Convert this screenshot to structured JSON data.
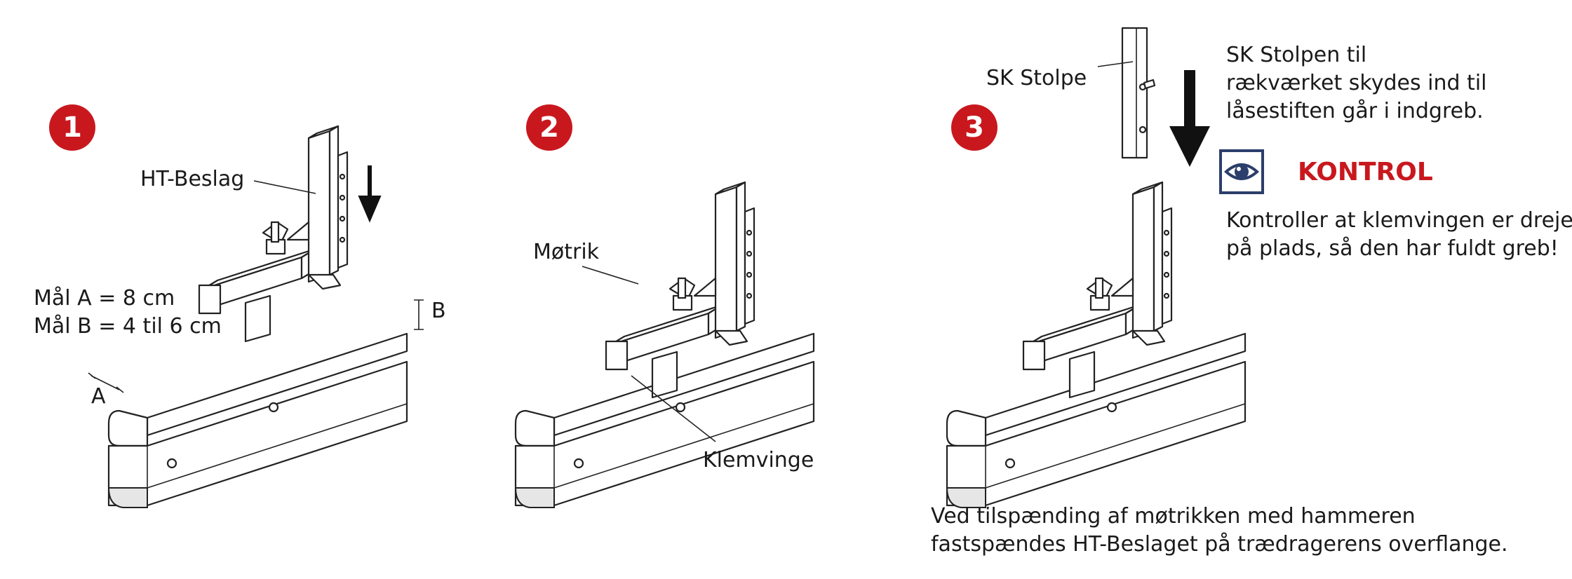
{
  "steps": [
    {
      "number": "1",
      "labels": {
        "beslag": "HT-Beslag",
        "mal_a": "Mål A = 8 cm",
        "mal_b": "Mål B = 4 til 6 cm",
        "dim_a": "A",
        "dim_b": "B"
      }
    },
    {
      "number": "2",
      "labels": {
        "motrik": "Møtrik",
        "klemvinge": "Klemvinge"
      }
    },
    {
      "number": "3",
      "labels": {
        "stolpe": "SK Stolpe",
        "instruction": [
          "SK Stolpen til",
          "rækværket skydes ind til",
          "låsestiften går i indgreb."
        ]
      }
    }
  ],
  "kontrol": {
    "title": "KONTROL",
    "icon": "eye-icon",
    "text": [
      "Kontroller at klemvingen er drejet",
      "på plads, så den har fuldt greb!"
    ]
  },
  "footer": [
    "Ved tilspænding af møtrikken med hammeren",
    "fastspændes HT-Beslaget på trædragerens overflange."
  ],
  "colors": {
    "accent": "#c8181e",
    "icon_frame": "#2c3e6b"
  }
}
